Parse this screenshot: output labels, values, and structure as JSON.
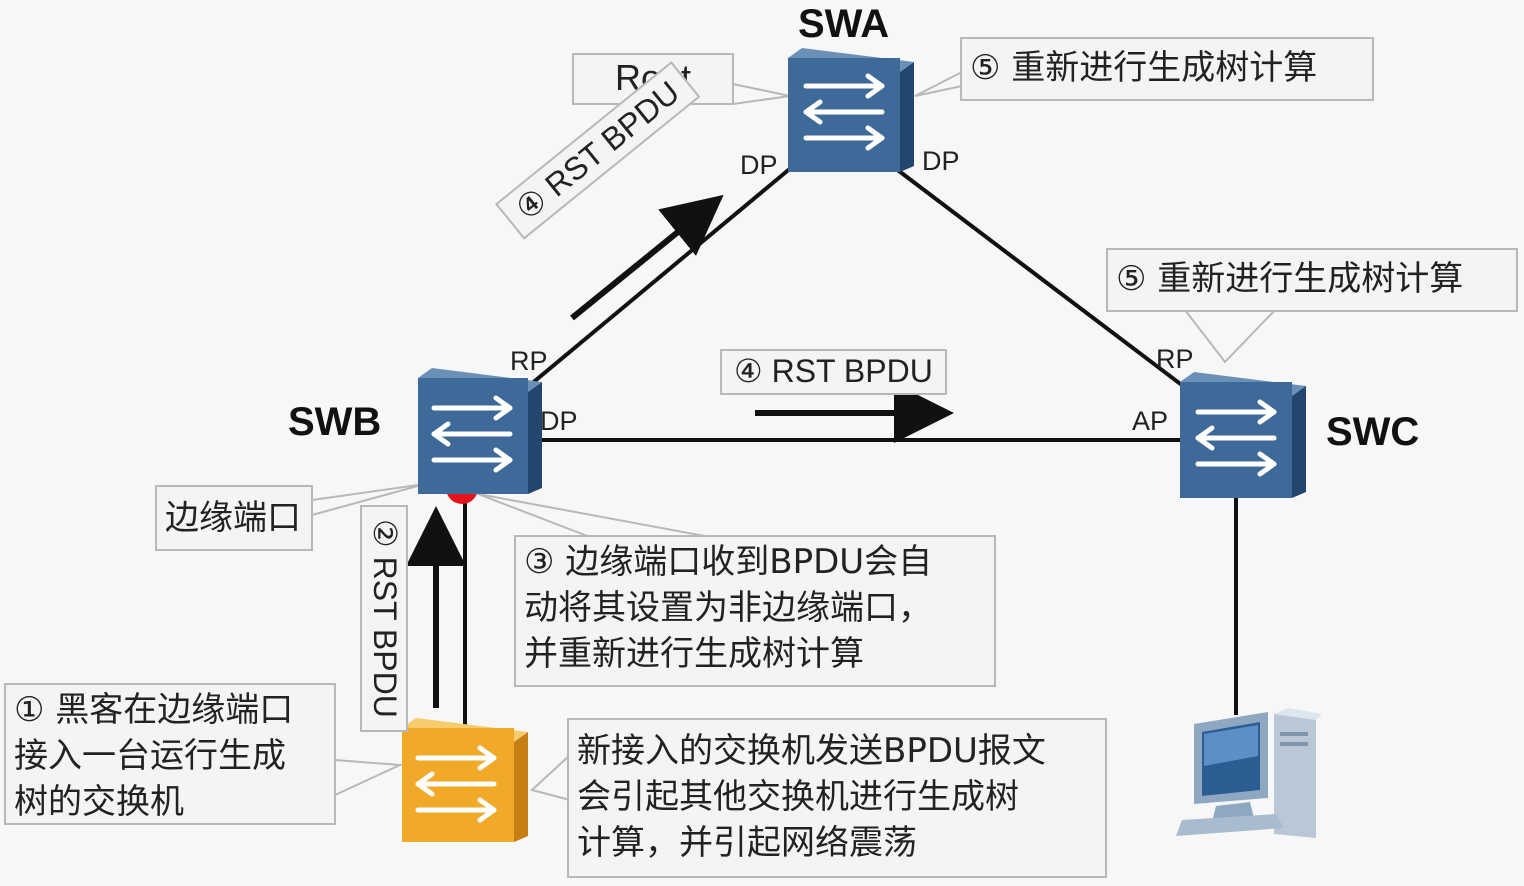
{
  "switches": {
    "swa": {
      "name": "SWA",
      "role_label": "Root",
      "ports": [
        "DP",
        "DP"
      ]
    },
    "swb": {
      "name": "SWB",
      "ports": [
        "RP",
        "DP"
      ]
    },
    "swc": {
      "name": "SWC",
      "ports": [
        "RP",
        "AP"
      ]
    }
  },
  "bpdu_messages": {
    "to_swa": "④ RST BPDU",
    "to_swc": "④ RST BPDU",
    "from_new_switch": "② RST BPDU"
  },
  "callouts": {
    "swa_recalc": "⑤ 重新进行生成树计算",
    "swc_recalc": "⑤ 重新进行生成树计算",
    "edge_port": "边缘端口",
    "edge_port_receive": "③ 边缘端口收到BPDU会自\n动将其设置为非边缘端口，\n并重新进行生成树计算",
    "hacker": "① 黑客在边缘端口\n接入一台运行生成\n树的交换机",
    "new_switch_effect": "新接入的交换机发送BPDU报文\n会引起其他交换机进行生成树\n计算，并引起网络震荡"
  },
  "colors": {
    "switch_blue": "#3d6a99",
    "switch_orange": "#f0a928",
    "edge_port_dot": "#e3141b",
    "link": "#111111"
  },
  "icons": [
    "switch-icon",
    "pc-icon"
  ]
}
